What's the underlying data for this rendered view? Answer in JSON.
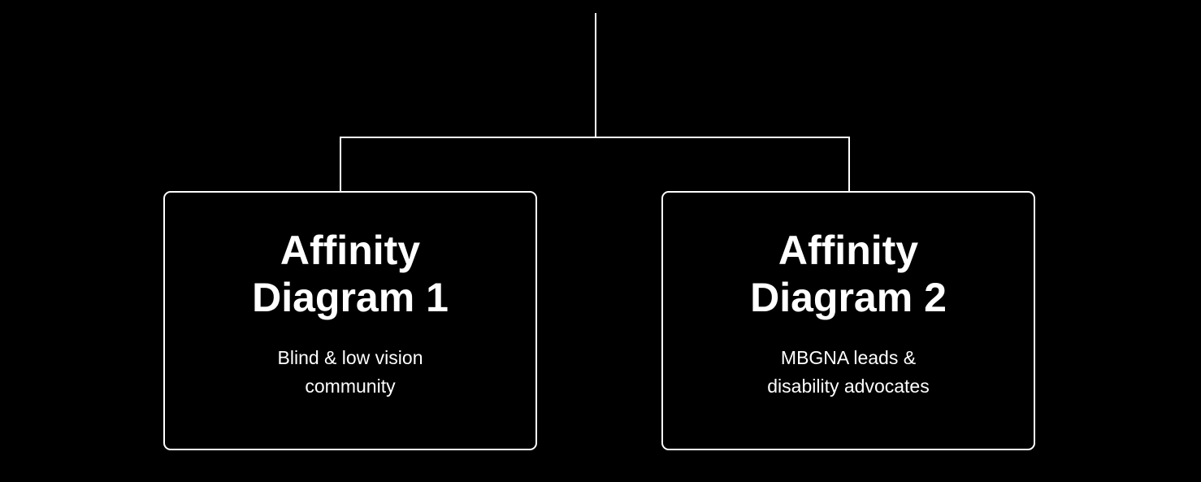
{
  "colors": {
    "background": "#000000",
    "foreground": "#ffffff"
  },
  "nodes": [
    {
      "id": "affinity-diagram-1",
      "title": "Affinity Diagram 1",
      "subtitle": "Blind & low vision community"
    },
    {
      "id": "affinity-diagram-2",
      "title": "Affinity Diagram 2",
      "subtitle": "MBGNA leads & disability advocates"
    }
  ],
  "edges": [
    {
      "from": "root",
      "to": "affinity-diagram-1"
    },
    {
      "from": "root",
      "to": "affinity-diagram-2"
    }
  ]
}
